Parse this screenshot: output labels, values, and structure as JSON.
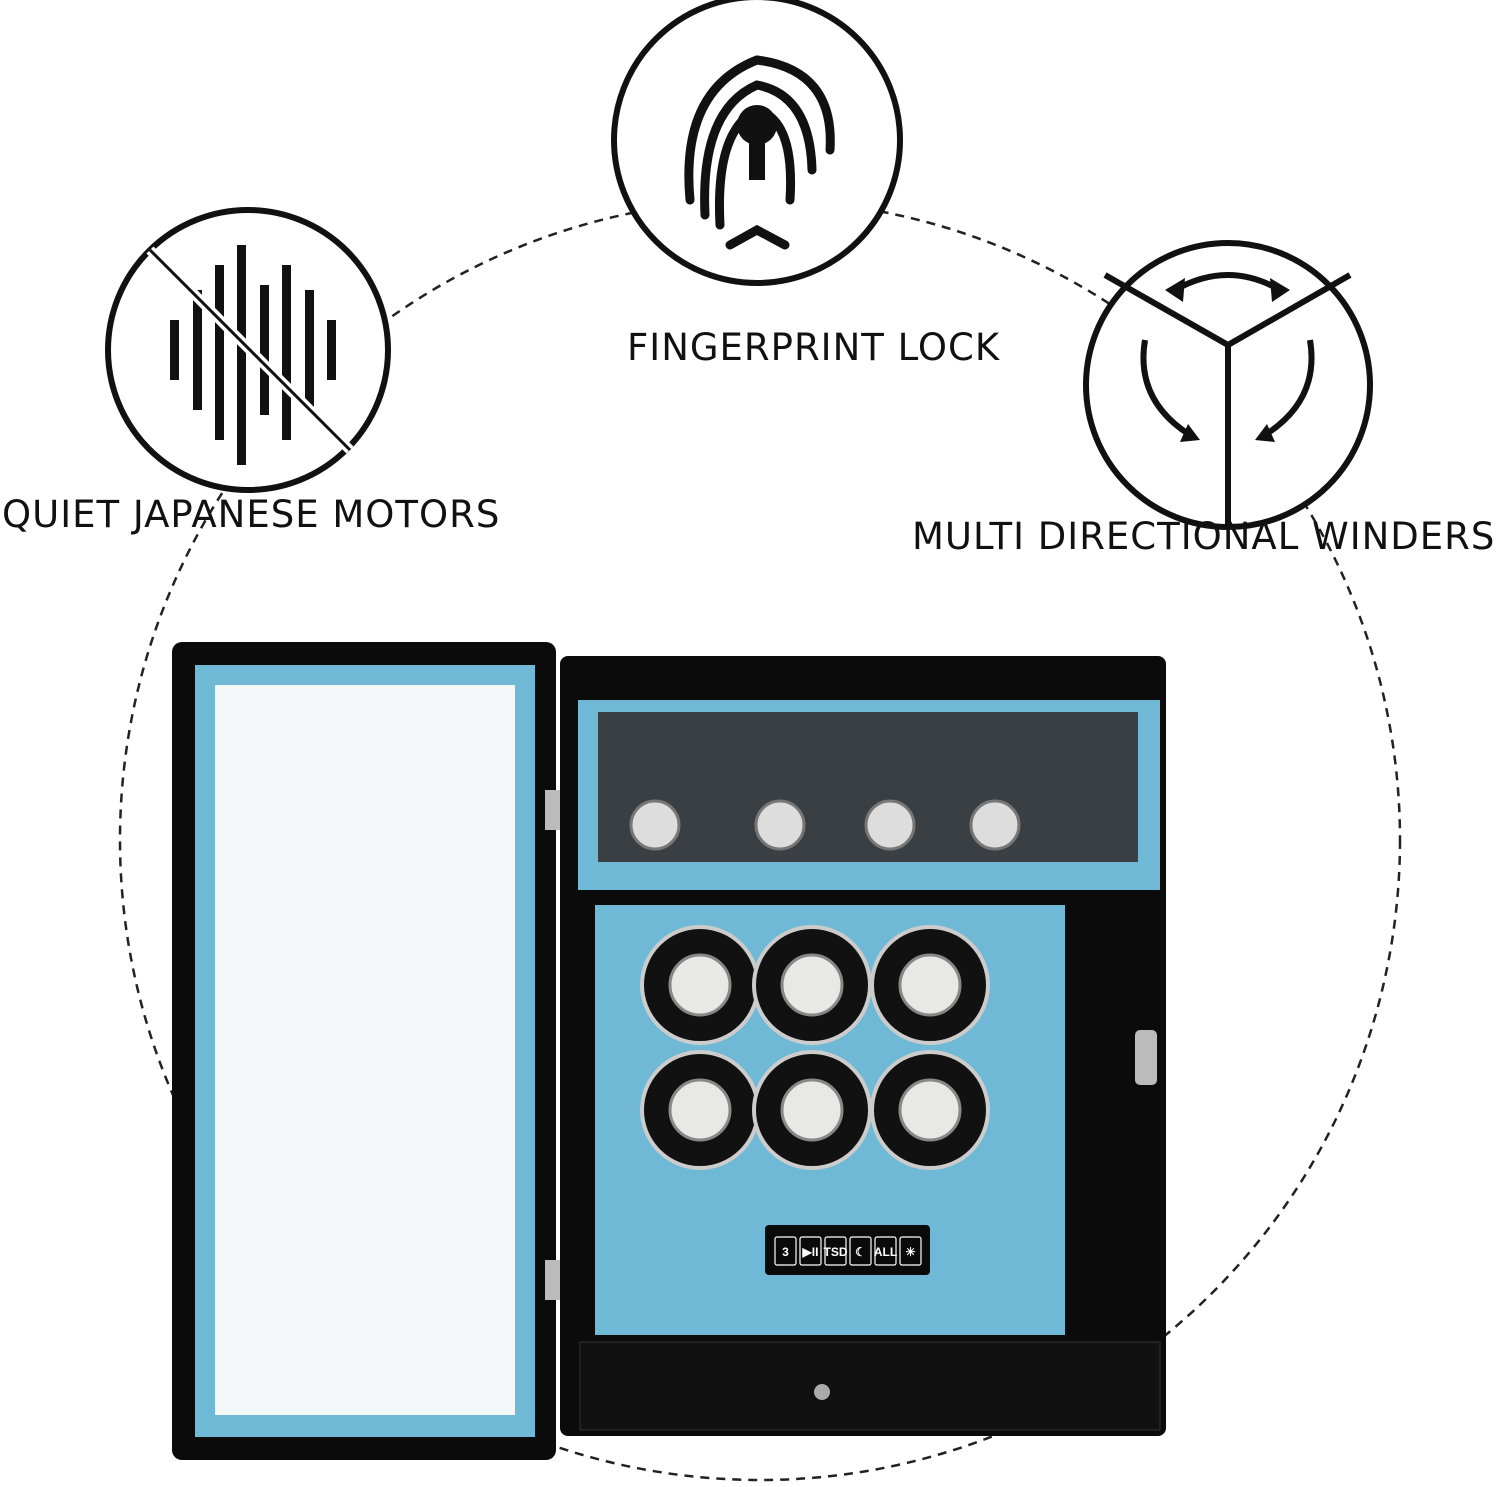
{
  "features": [
    {
      "label": "QUIET JAPANESE MOTORS",
      "icon": "muted-sound-wave-icon"
    },
    {
      "label": "FINGERPRINT LOCK",
      "icon": "fingerprint-keyhole-icon"
    },
    {
      "label": "MULTI DIRECTIONAL WINDERS",
      "icon": "rotation-arrows-icon"
    }
  ],
  "control_panel": {
    "buttons": [
      "3",
      "▶II",
      "TSD",
      "☾",
      "ALL",
      "☀"
    ]
  },
  "colors": {
    "accent": "#6fb8d6",
    "cabinet": "#0b0b0b"
  }
}
